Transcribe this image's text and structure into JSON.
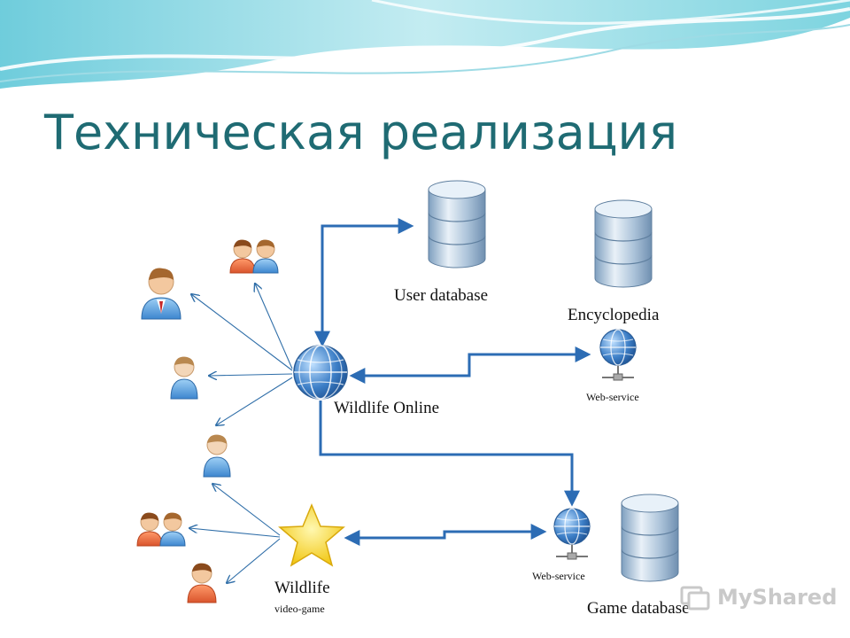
{
  "title": "Техническая реализация",
  "nodes": {
    "user_database": "User database",
    "encyclopedia": "Encyclopedia",
    "encyclopedia_service": "Web-service",
    "wildlife_online": "Wildlife Online",
    "wildlife": "Wildlife",
    "wildlife_sub": "video-game",
    "game_service": "Web-service",
    "game_database": "Game database"
  },
  "watermark": "MyShared",
  "icons": {
    "database": "database-icon",
    "globe": "globe-icon",
    "web_service": "web-service-icon",
    "user": "user-icon",
    "users_pair": "users-icon",
    "star": "star-icon"
  },
  "colors": {
    "title": "#1f6b73",
    "connector": "#2c6cb4",
    "thin_arrow": "#2f6ea8",
    "wave": "#7fd3df"
  }
}
